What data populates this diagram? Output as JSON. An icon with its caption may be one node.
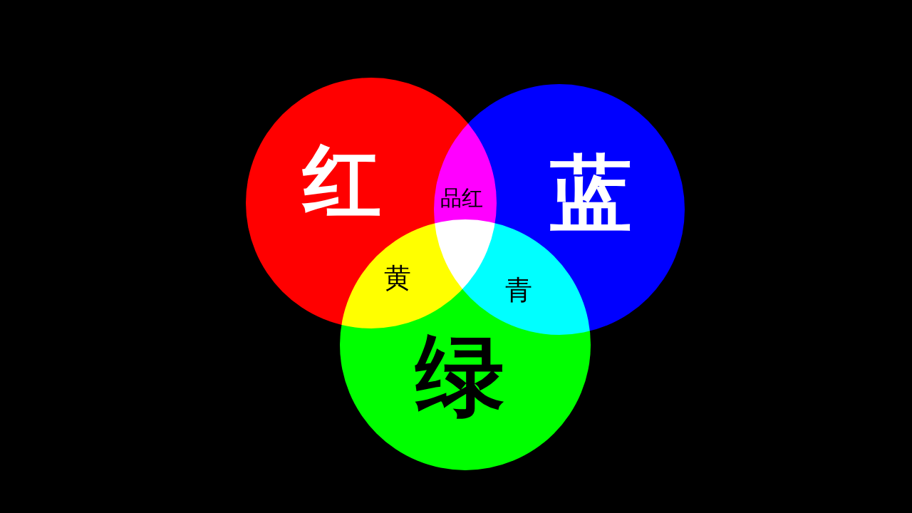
{
  "diagram": {
    "nodes": [
      {
        "text": [
          "红"
        ]
      },
      {
        "text": [
          "蓝"
        ]
      },
      {
        "text": [
          "绿"
        ]
      }
    ],
    "labels": [
      "品红",
      "黄",
      "青"
    ]
  }
}
